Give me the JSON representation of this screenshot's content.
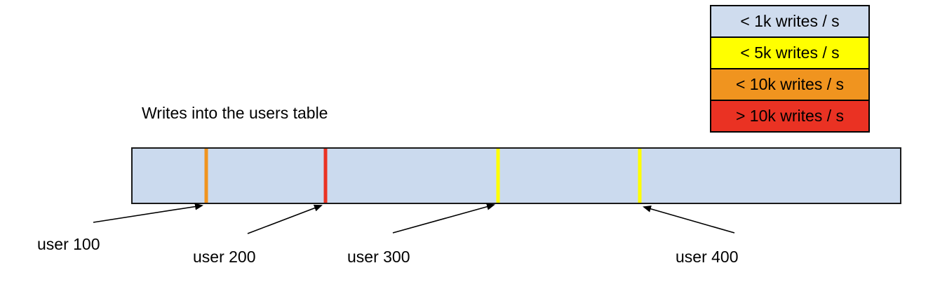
{
  "title": "Writes into the users table",
  "legend": {
    "items": [
      {
        "label": "< 1k writes / s",
        "color": "#cfdcee"
      },
      {
        "label": "< 5k writes / s",
        "color": "#ffff00"
      },
      {
        "label": "< 10k writes / s",
        "color": "#f0941f"
      },
      {
        "label": "> 10k writes / s",
        "color": "#ea3223"
      }
    ]
  },
  "bar": {
    "fill_color": "#cbdaee",
    "border_color": "#1a1a1a"
  },
  "markers": [
    {
      "label": "user 100",
      "color": "#f0941f",
      "write_rate": "< 10k writes / s",
      "x_pct": 9.6
    },
    {
      "label": "user 200",
      "color": "#ea3223",
      "write_rate": "> 10k writes / s",
      "x_pct": 25.1
    },
    {
      "label": "user 300",
      "color": "#ffff00",
      "write_rate": "< 5k writes / s",
      "x_pct": 47.6
    },
    {
      "label": "user 400",
      "color": "#ffff00",
      "write_rate": "< 5k writes / s",
      "x_pct": 66.1
    }
  ]
}
